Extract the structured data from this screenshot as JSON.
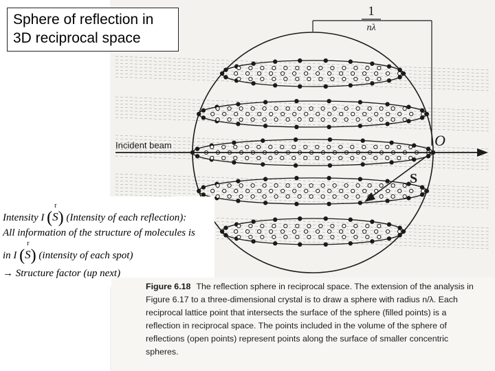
{
  "title": {
    "line1": "Sphere of reflection in",
    "line2": "3D reciprocal space"
  },
  "diagram": {
    "radius_fraction": {
      "numerator": "1",
      "denominator": "nλ"
    },
    "incident_beam_label": "Incident beam",
    "origin_label": "O",
    "scattering_vector_label": "S",
    "colors": {
      "ink": "#1a1a1a",
      "scan_background": "#f3f2ee"
    }
  },
  "notes": {
    "line1_prefix": "Intensity I",
    "line1_symbol": "S",
    "line1_suffix": "(Intensity of each reflection):",
    "line2": "All information of the structure of molecules is",
    "line3_prefix": "in I",
    "line3_symbol": "S",
    "line3_suffix": "(intensity of each spot)",
    "line4_arrow": "→",
    "line4": "Structure factor (up next)"
  },
  "caption": {
    "figure_label": "Figure 6.18",
    "text": "The reflection sphere in reciprocal space. The extension of the analysis in Figure 6.17 to a three-dimensional crystal is to draw a sphere with radius n/λ. Each reciprocal lattice point that intersects the surface of the sphere (filled points) is a reflection in reciprocal space. The points included in the volume of the sphere of reflections (open points) represent points along the surface of smaller concentric spheres."
  }
}
